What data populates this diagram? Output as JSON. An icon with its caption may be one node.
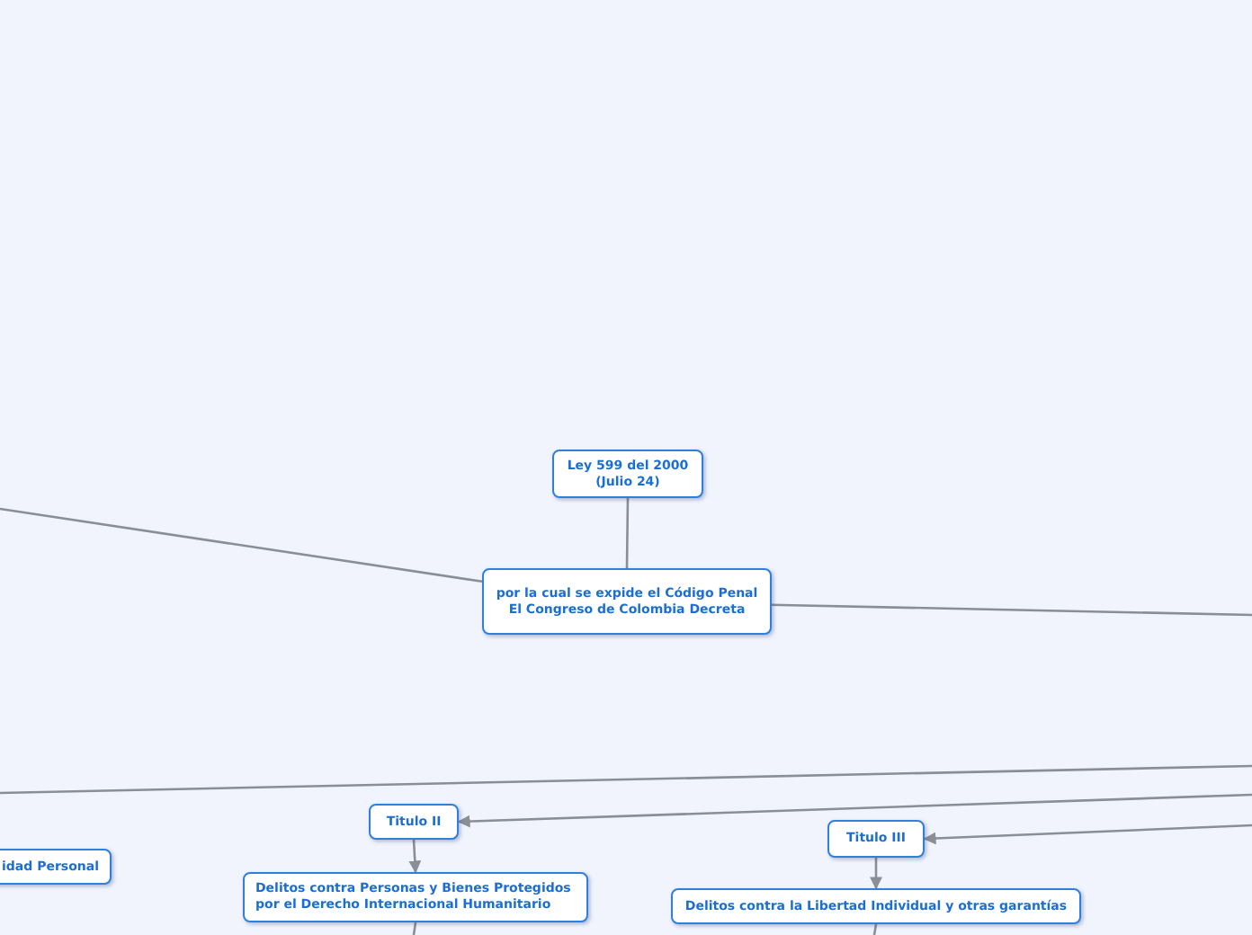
{
  "diagram": {
    "nodes": [
      {
        "text": [
          "Ley 599 del 2000 (Julio 24)"
        ]
      },
      {
        "text": [
          "por la cual se expide el Código Penal El Congreso de Colombia Decreta"
        ]
      },
      {
        "text": [
          "Titulo II"
        ]
      },
      {
        "text": [
          "Delitos contra Personas y Bienes Protegidos por el Derecho Internacional Humanitario"
        ]
      },
      {
        "text": [
          "idad Personal"
        ]
      },
      {
        "text": [
          "Titulo III"
        ]
      },
      {
        "text": [
          "Delitos contra la Libertad Individual y otras garantías"
        ]
      }
    ],
    "edges": [
      {
        "from": 0,
        "to": 1,
        "arrow": "none"
      },
      {
        "from": 1,
        "to": null,
        "arrow": "none"
      },
      {
        "from": 1,
        "to": null,
        "arrow": "none"
      },
      {
        "from": null,
        "to": 2,
        "arrow": "to"
      },
      {
        "from": null,
        "to": 5,
        "arrow": "to"
      },
      {
        "from": 2,
        "to": 3,
        "arrow": "to"
      },
      {
        "from": 5,
        "to": 6,
        "arrow": "to"
      },
      {
        "from": 3,
        "to": null,
        "arrow": "none"
      },
      {
        "from": 6,
        "to": null,
        "arrow": "none"
      }
    ]
  }
}
